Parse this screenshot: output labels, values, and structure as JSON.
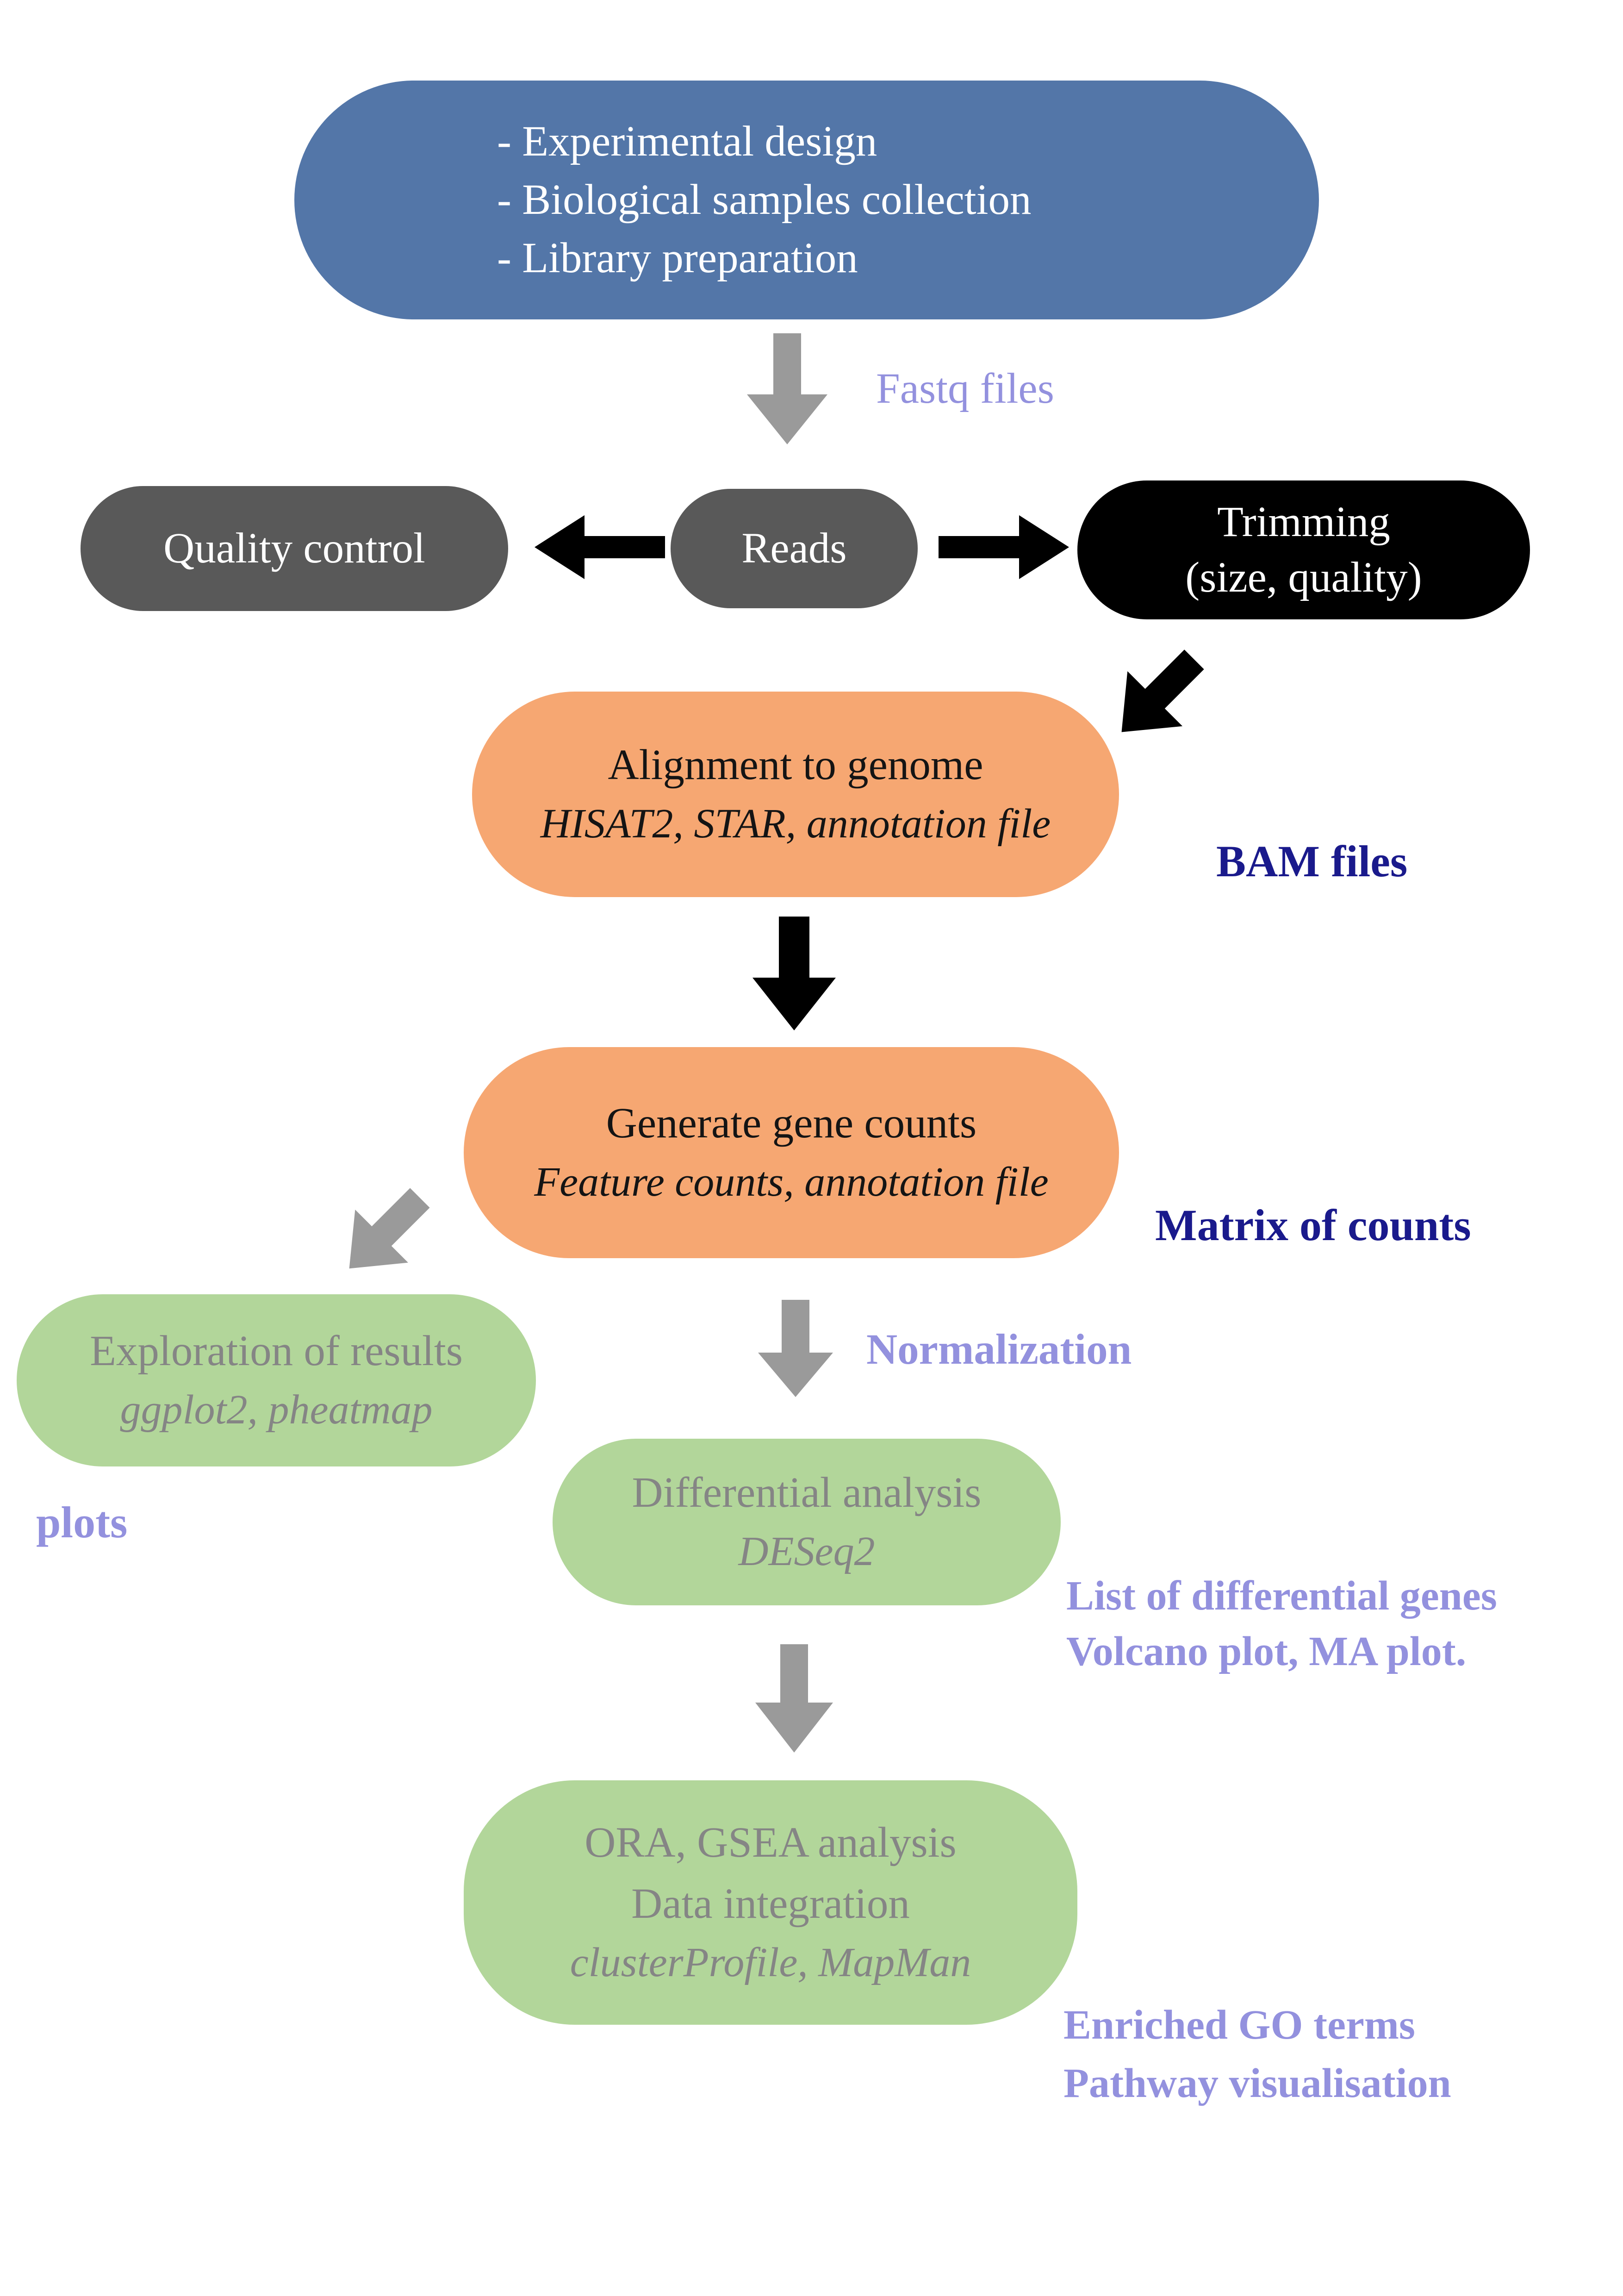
{
  "colors": {
    "blue": "#5376A8",
    "dark-gray": "#595959",
    "black": "#000000",
    "orange": "#F6A772",
    "green": "#B2D69A",
    "lavender": "#9391DE",
    "navy": "#1A1A8C",
    "gray-text": "#858585",
    "arrow-gray": "#9A9A9A"
  },
  "nodes": {
    "prep": {
      "lines": [
        "- Experimental design",
        "- Biological samples collection",
        "- Library preparation"
      ]
    },
    "quality_control": {
      "label": "Quality control"
    },
    "reads": {
      "label": "Reads"
    },
    "trimming": {
      "lines": [
        "Trimming",
        "(size, quality)"
      ]
    },
    "alignment": {
      "title": "Alignment to genome",
      "tools": "HISAT2, STAR, annotation file"
    },
    "gene_counts": {
      "title": "Generate gene counts",
      "tools": "Feature counts, annotation file"
    },
    "exploration": {
      "title": "Exploration of results",
      "tools": "ggplot2, pheatmap"
    },
    "differential": {
      "title": "Differential analysis",
      "tools": "DESeq2"
    },
    "enrichment": {
      "lines": [
        "ORA, GSEA analysis",
        "Data integration"
      ],
      "tools": "clusterProfile, MapMan"
    }
  },
  "labels": {
    "fastq": "Fastq files",
    "bam": "BAM files",
    "matrix": "Matrix of counts",
    "normalization": "Normalization",
    "plots": "plots",
    "differential_outputs": [
      "List of differential genes",
      "Volcano plot, MA plot."
    ],
    "enrichment_outputs": [
      "Enriched GO terms",
      "Pathway visualisation"
    ]
  }
}
